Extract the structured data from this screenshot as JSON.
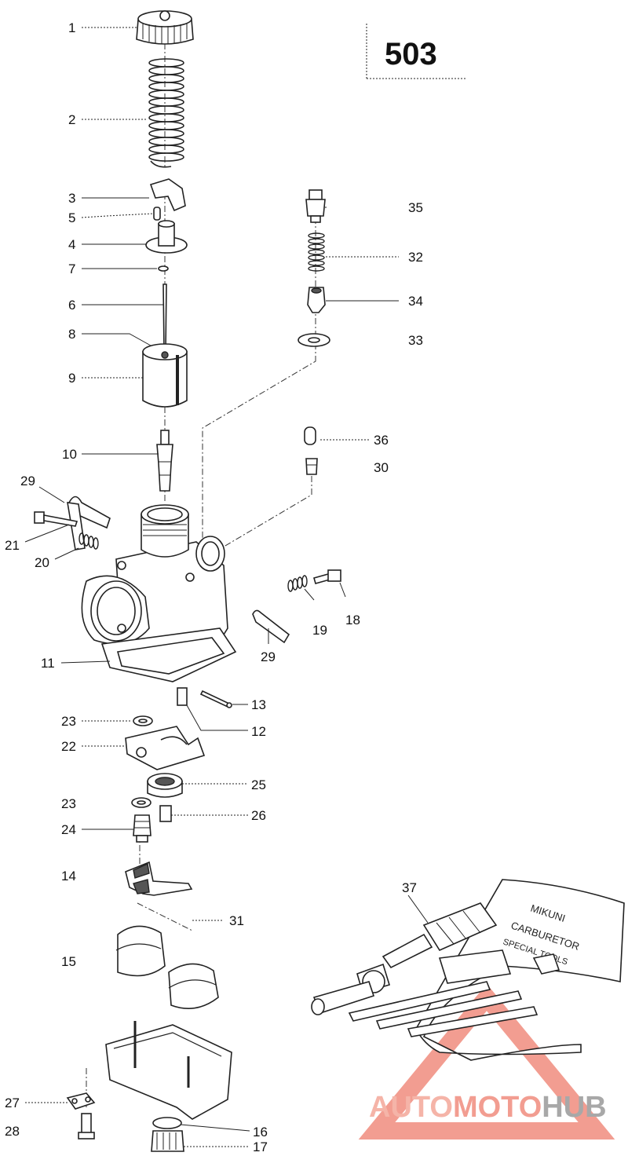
{
  "page_number": "503",
  "callouts": [
    {
      "id": "1",
      "label": "1"
    },
    {
      "id": "2",
      "label": "2"
    },
    {
      "id": "3",
      "label": "3"
    },
    {
      "id": "5",
      "label": "5"
    },
    {
      "id": "4",
      "label": "4"
    },
    {
      "id": "7",
      "label": "7"
    },
    {
      "id": "6",
      "label": "6"
    },
    {
      "id": "8",
      "label": "8"
    },
    {
      "id": "9",
      "label": "9"
    },
    {
      "id": "10",
      "label": "10"
    },
    {
      "id": "29a",
      "label": "29"
    },
    {
      "id": "21",
      "label": "21"
    },
    {
      "id": "20",
      "label": "20"
    },
    {
      "id": "11",
      "label": "11"
    },
    {
      "id": "23a",
      "label": "23"
    },
    {
      "id": "22",
      "label": "22"
    },
    {
      "id": "23b",
      "label": "23"
    },
    {
      "id": "24",
      "label": "24"
    },
    {
      "id": "14",
      "label": "14"
    },
    {
      "id": "15",
      "label": "15"
    },
    {
      "id": "27",
      "label": "27"
    },
    {
      "id": "28",
      "label": "28"
    },
    {
      "id": "35",
      "label": "35"
    },
    {
      "id": "32",
      "label": "32"
    },
    {
      "id": "34",
      "label": "34"
    },
    {
      "id": "33",
      "label": "33"
    },
    {
      "id": "36",
      "label": "36"
    },
    {
      "id": "30",
      "label": "30"
    },
    {
      "id": "18",
      "label": "18"
    },
    {
      "id": "19",
      "label": "19"
    },
    {
      "id": "29b",
      "label": "29"
    },
    {
      "id": "13",
      "label": "13"
    },
    {
      "id": "12",
      "label": "12"
    },
    {
      "id": "25",
      "label": "25"
    },
    {
      "id": "26",
      "label": "26"
    },
    {
      "id": "31",
      "label": "31"
    },
    {
      "id": "16",
      "label": "16"
    },
    {
      "id": "17",
      "label": "17"
    },
    {
      "id": "37",
      "label": "37"
    }
  ],
  "toolkit_label": {
    "line1": "MIKUNI",
    "line2": "CARBURETOR",
    "line3": "SPECIAL TOOLS"
  },
  "watermark": {
    "part1": "AUTO",
    "part2": "MOTO",
    "part3": "HUB"
  },
  "colors": {
    "watermark_light": "#f4a79a",
    "watermark_red": "#f08d7e",
    "watermark_gray": "#9a9a9a"
  }
}
